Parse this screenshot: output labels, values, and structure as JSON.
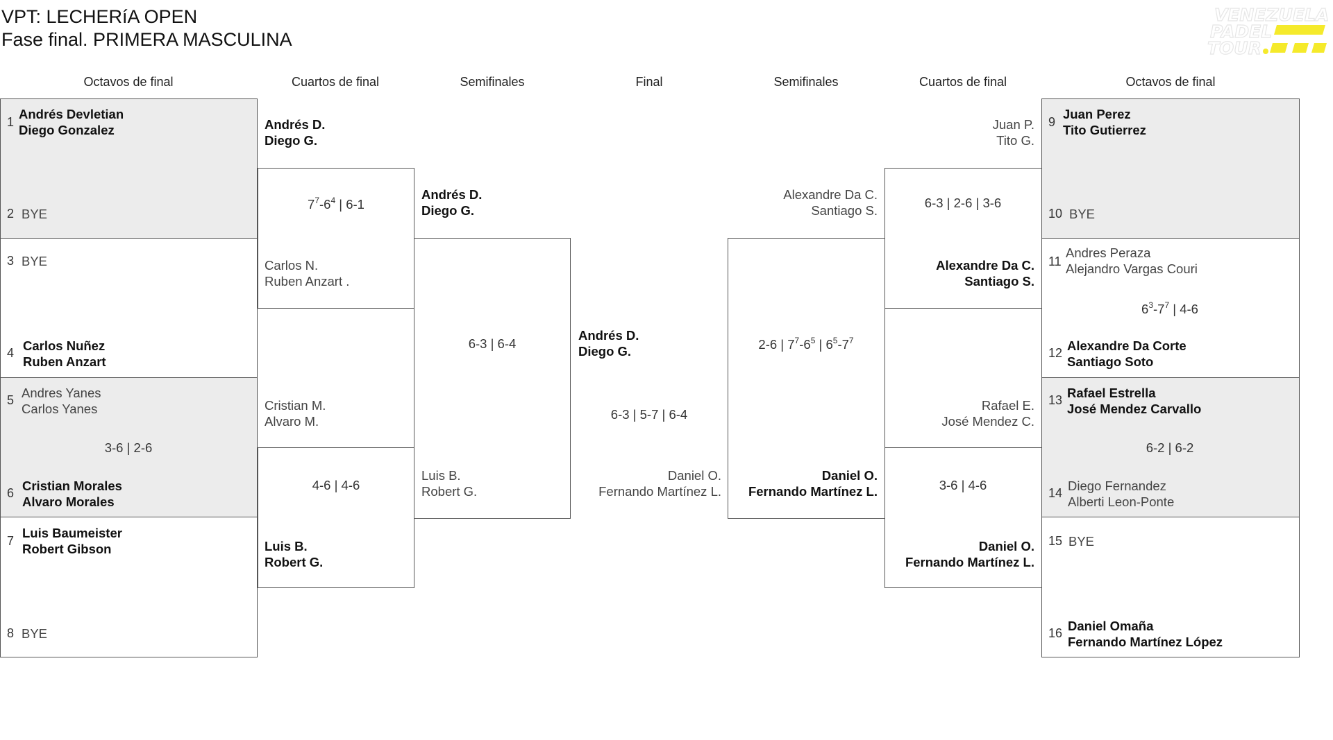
{
  "header": {
    "title": "VPT: LECHERíA OPEN",
    "subtitle": "Fase final. PRIMERA MASCULINA",
    "logo_text": [
      "VENEZUELA",
      "PADEL",
      "TOUR"
    ],
    "logo_accent": "#f5ea2b"
  },
  "columns": [
    "Octavos de final",
    "Cuartos de final",
    "Semifinales",
    "Final",
    "Semifinales",
    "Cuartos de final",
    "Octavos de final"
  ],
  "left": {
    "r16": [
      {
        "seed": "1",
        "p1": "Andrés Devletian",
        "p2": "Diego Gonzalez"
      },
      {
        "seed": "2",
        "p1": "BYE",
        "p2": ""
      },
      {
        "seed": "3",
        "p1": "BYE",
        "p2": ""
      },
      {
        "seed": "4",
        "p1": "Carlos Nuñez",
        "p2": "Ruben Anzart"
      },
      {
        "seed": "5",
        "p1": "Andres Yanes",
        "p2": "Carlos Yanes"
      },
      {
        "seed": "6",
        "p1": "Cristian Morales",
        "p2": "Alvaro Morales"
      },
      {
        "seed": "7",
        "p1": "Luis Baumeister",
        "p2": "Robert Gibson"
      },
      {
        "seed": "8",
        "p1": "BYE",
        "p2": ""
      }
    ],
    "r16_scores": [
      "3-6 | 2-6"
    ],
    "qf": [
      {
        "p1": "Andrés D.",
        "p2": "Diego G."
      },
      {
        "p1": "Carlos N.",
        "p2": "Ruben Anzart ."
      },
      {
        "p1": "Cristian M.",
        "p2": "Alvaro M."
      },
      {
        "p1": "Luis B.",
        "p2": "Robert G."
      }
    ],
    "qf_scores": {
      "s1_a": "7",
      "s1_a_sup": "7",
      "s1_b": "-6",
      "s1_b_sup": "4",
      "s1_c": " | 6-1",
      "s2": "4-6 | 4-6"
    },
    "sf": [
      {
        "p1": "Andrés D.",
        "p2": "Diego G."
      },
      {
        "p1": "Luis B.",
        "p2": "Robert G."
      }
    ],
    "sf_score": "6-3 | 6-4"
  },
  "final": {
    "top": {
      "p1": "Andrés D.",
      "p2": "Diego G."
    },
    "bottom": {
      "p1": "Daniel O.",
      "p2": "Fernando Martínez L."
    },
    "score": "6-3 | 5-7 | 6-4"
  },
  "right": {
    "r16": [
      {
        "seed": "9",
        "p1": "Juan Perez",
        "p2": "Tito Gutierrez"
      },
      {
        "seed": "10",
        "p1": "BYE",
        "p2": ""
      },
      {
        "seed": "11",
        "p1": "Andres Peraza",
        "p2": "Alejandro Vargas Couri"
      },
      {
        "seed": "12",
        "p1": "Alexandre Da Corte",
        "p2": "Santiago Soto"
      },
      {
        "seed": "13",
        "p1": "Rafael Estrella",
        "p2": "José Mendez Carvallo"
      },
      {
        "seed": "14",
        "p1": "Diego Fernandez",
        "p2": "Alberti Leon-Ponte"
      },
      {
        "seed": "15",
        "p1": "BYE",
        "p2": ""
      },
      {
        "seed": "16",
        "p1": "Daniel Omaña",
        "p2": "Fernando Martínez López"
      }
    ],
    "r16_scores": {
      "m2_a": "6",
      "m2_a_sup": "3",
      "m2_b": "-7",
      "m2_b_sup": "7",
      "m2_c": " | 4-6",
      "m3": "6-2 | 6-2"
    },
    "qf": [
      {
        "p1": "Juan P.",
        "p2": "Tito G."
      },
      {
        "p1": "Alexandre Da C.",
        "p2": "Santiago S."
      },
      {
        "p1": "Rafael E.",
        "p2": "José Mendez C."
      },
      {
        "p1": "Daniel O.",
        "p2": "Fernando Martínez L."
      }
    ],
    "qf_scores": {
      "s1": "6-3 | 2-6 | 3-6",
      "s2": "3-6 | 4-6"
    },
    "sf": [
      {
        "p1": "Alexandre Da C.",
        "p2": "Santiago S."
      },
      {
        "p1": "Daniel O.",
        "p2": "Fernando Martínez L."
      }
    ],
    "sf_score": {
      "a": "2-6 | 7",
      "a_sup": "7",
      "b": "-6",
      "b_sup": "5",
      "c": " | 6",
      "c_sup": "5",
      "d": "-7",
      "d_sup": "7"
    }
  }
}
